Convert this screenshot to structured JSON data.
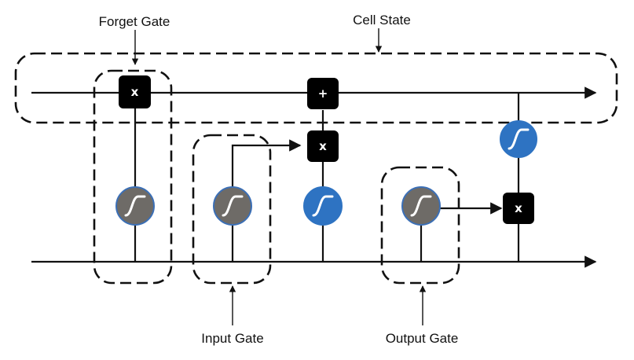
{
  "labels": {
    "forget_gate": "Forget Gate",
    "cell_state": "Cell State",
    "input_gate": "Input Gate",
    "output_gate": "Output Gate"
  },
  "operators": {
    "multiply": "x",
    "add": "+"
  },
  "colors": {
    "op_box": "#000000",
    "sigmoid_gray": "#6e6b67",
    "tanh_blue": "#2e73c2",
    "circle_border": "#3b6fb6",
    "line": "#111111"
  },
  "icons": {
    "activation": "s-curve-icon",
    "arrow": "arrowhead"
  }
}
